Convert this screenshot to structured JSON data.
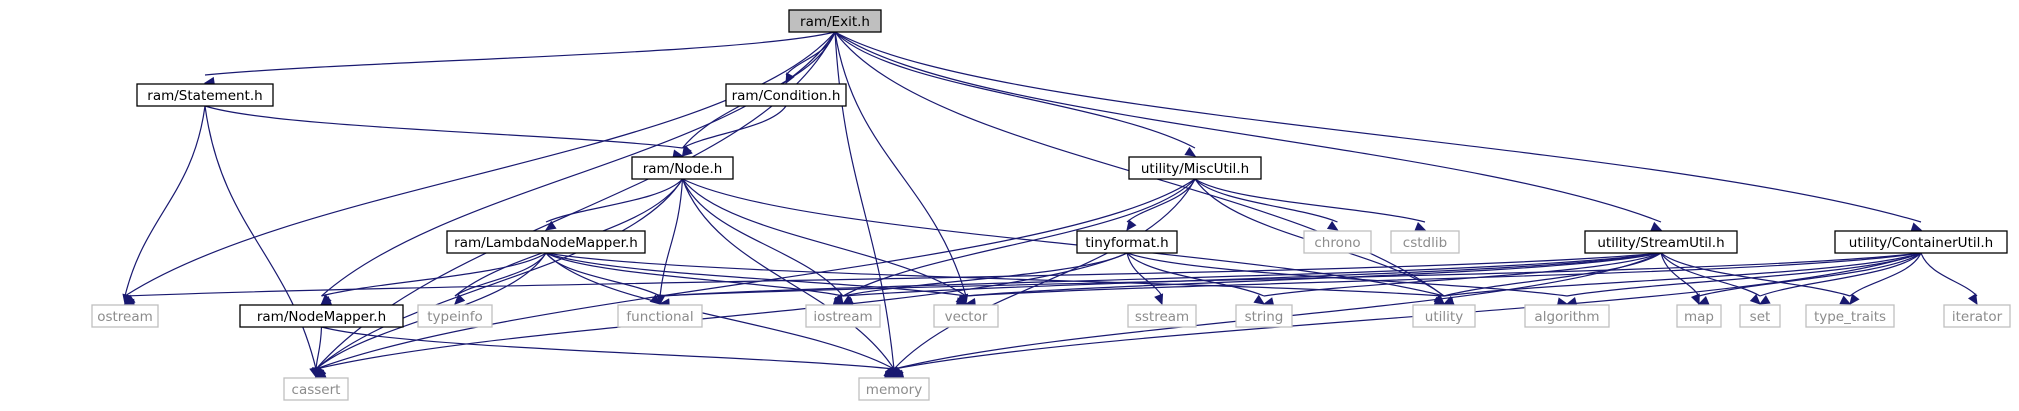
{
  "colors": {
    "edge": "#191970",
    "root_fill": "#bfbfbf",
    "root_stroke": "#000000",
    "local_stroke": "#000000",
    "system_stroke": "#bfbfbf",
    "local_text": "#000000",
    "system_text": "#8c8c8c",
    "background": "#ffffff"
  },
  "nodes": [
    {
      "id": "exit",
      "label": "ram/Exit.h",
      "kind": "root"
    },
    {
      "id": "statement",
      "label": "ram/Statement.h",
      "kind": "local"
    },
    {
      "id": "condition",
      "label": "ram/Condition.h",
      "kind": "local"
    },
    {
      "id": "node",
      "label": "ram/Node.h",
      "kind": "local"
    },
    {
      "id": "miscutil",
      "label": "utility/MiscUtil.h",
      "kind": "local"
    },
    {
      "id": "lambda",
      "label": "ram/LambdaNodeMapper.h",
      "kind": "local"
    },
    {
      "id": "tinyformat",
      "label": "tinyformat.h",
      "kind": "local"
    },
    {
      "id": "streamutil",
      "label": "utility/StreamUtil.h",
      "kind": "local"
    },
    {
      "id": "containerutil",
      "label": "utility/ContainerUtil.h",
      "kind": "local"
    },
    {
      "id": "nodemapper",
      "label": "ram/NodeMapper.h",
      "kind": "local"
    },
    {
      "id": "chrono",
      "label": "chrono",
      "kind": "system"
    },
    {
      "id": "cstdlib",
      "label": "cstdlib",
      "kind": "system"
    },
    {
      "id": "ostream",
      "label": "ostream",
      "kind": "system"
    },
    {
      "id": "typeinfo",
      "label": "typeinfo",
      "kind": "system"
    },
    {
      "id": "functional",
      "label": "functional",
      "kind": "system"
    },
    {
      "id": "iostream",
      "label": "iostream",
      "kind": "system"
    },
    {
      "id": "vector",
      "label": "vector",
      "kind": "system"
    },
    {
      "id": "sstream",
      "label": "sstream",
      "kind": "system"
    },
    {
      "id": "string",
      "label": "string",
      "kind": "system"
    },
    {
      "id": "utility",
      "label": "utility",
      "kind": "system"
    },
    {
      "id": "algorithm",
      "label": "algorithm",
      "kind": "system"
    },
    {
      "id": "map",
      "label": "map",
      "kind": "system"
    },
    {
      "id": "set",
      "label": "set",
      "kind": "system"
    },
    {
      "id": "type_traits",
      "label": "type_traits",
      "kind": "system"
    },
    {
      "id": "iterator",
      "label": "iterator",
      "kind": "system"
    },
    {
      "id": "cassert",
      "label": "cassert",
      "kind": "system"
    },
    {
      "id": "memory",
      "label": "memory",
      "kind": "system"
    }
  ],
  "edges": [
    [
      "exit",
      "statement"
    ],
    [
      "exit",
      "condition"
    ],
    [
      "exit",
      "node"
    ],
    [
      "exit",
      "miscutil"
    ],
    [
      "exit",
      "streamutil"
    ],
    [
      "exit",
      "containerutil"
    ],
    [
      "exit",
      "nodemapper"
    ],
    [
      "exit",
      "ostream"
    ],
    [
      "exit",
      "cassert"
    ],
    [
      "exit",
      "vector"
    ],
    [
      "exit",
      "memory"
    ],
    [
      "exit",
      "utility"
    ],
    [
      "statement",
      "node"
    ],
    [
      "statement",
      "ostream"
    ],
    [
      "statement",
      "cassert"
    ],
    [
      "condition",
      "node"
    ],
    [
      "node",
      "lambda"
    ],
    [
      "node",
      "cassert"
    ],
    [
      "node",
      "typeinfo"
    ],
    [
      "node",
      "functional"
    ],
    [
      "node",
      "iostream"
    ],
    [
      "node",
      "vector"
    ],
    [
      "node",
      "memory"
    ],
    [
      "node",
      "utility"
    ],
    [
      "lambda",
      "nodemapper"
    ],
    [
      "lambda",
      "cassert"
    ],
    [
      "lambda",
      "typeinfo"
    ],
    [
      "lambda",
      "functional"
    ],
    [
      "lambda",
      "iostream"
    ],
    [
      "lambda",
      "vector"
    ],
    [
      "lambda",
      "memory"
    ],
    [
      "lambda",
      "utility"
    ],
    [
      "nodemapper",
      "cassert"
    ],
    [
      "nodemapper",
      "memory"
    ],
    [
      "miscutil",
      "tinyformat"
    ],
    [
      "miscutil",
      "chrono"
    ],
    [
      "miscutil",
      "cstdlib"
    ],
    [
      "miscutil",
      "iostream"
    ],
    [
      "miscutil",
      "cassert"
    ],
    [
      "miscutil",
      "memory"
    ],
    [
      "miscutil",
      "utility"
    ],
    [
      "tinyformat",
      "iostream"
    ],
    [
      "tinyformat",
      "sstream"
    ],
    [
      "tinyformat",
      "string"
    ],
    [
      "tinyformat",
      "algorithm"
    ],
    [
      "tinyformat",
      "cassert"
    ],
    [
      "streamutil",
      "ostream"
    ],
    [
      "streamutil",
      "functional"
    ],
    [
      "streamutil",
      "vector"
    ],
    [
      "streamutil",
      "string"
    ],
    [
      "streamutil",
      "utility"
    ],
    [
      "streamutil",
      "map"
    ],
    [
      "streamutil",
      "set"
    ],
    [
      "streamutil",
      "type_traits"
    ],
    [
      "streamutil",
      "memory"
    ],
    [
      "streamutil",
      "iostream"
    ],
    [
      "containerutil",
      "vector"
    ],
    [
      "containerutil",
      "utility"
    ],
    [
      "containerutil",
      "algorithm"
    ],
    [
      "containerutil",
      "map"
    ],
    [
      "containerutil",
      "set"
    ],
    [
      "containerutil",
      "type_traits"
    ],
    [
      "containerutil",
      "iterator"
    ],
    [
      "containerutil",
      "memory"
    ],
    [
      "containerutil",
      "functional"
    ]
  ]
}
